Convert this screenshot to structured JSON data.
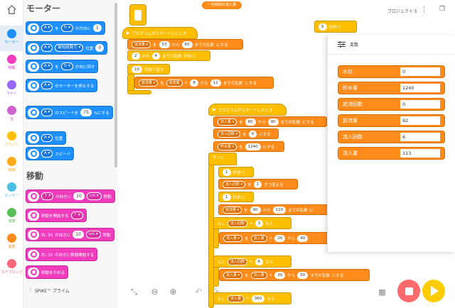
{
  "rail": {
    "categories": [
      {
        "label": "モーター",
        "color": "#1e90ff"
      },
      {
        "label": "移動",
        "color": "#f03cbd"
      },
      {
        "label": "ライト",
        "color": "#9966ff"
      },
      {
        "label": "音",
        "color": "#cf63cf"
      },
      {
        "label": "イベント",
        "color": "#ffbf00"
      },
      {
        "label": "制御",
        "color": "#ffab19"
      },
      {
        "label": "センサー",
        "color": "#4cbfe6"
      },
      {
        "label": "演算",
        "color": "#59c059"
      },
      {
        "label": "変数",
        "color": "#ff8c1a"
      },
      {
        "label": "マイブロック",
        "color": "#ff6680"
      }
    ]
  },
  "palette": {
    "heading_motor": "モーター",
    "heading_move": "移動",
    "motor_blocks": [
      {
        "parts": [
          "A ▾",
          "を",
          "↻ ▾",
          "の方向に",
          "1"
        ]
      },
      {
        "parts": [
          "A ▾",
          "最短経路で ▾",
          "位置",
          "0"
        ]
      },
      {
        "parts": [
          "A ▾",
          "を",
          "↻ ▾",
          "方向に回す"
        ]
      },
      {
        "parts": [
          "A ▾",
          "のモーターを停止する"
        ]
      },
      {
        "parts": [
          "A ▾",
          "のスピードを",
          "75",
          "%にする"
        ]
      },
      {
        "parts": [
          "A ▾",
          "位置"
        ]
      },
      {
        "parts": [
          "A ▾",
          "スピード"
        ]
      }
    ],
    "move_blocks": [
      {
        "parts": [
          "↑ ▾",
          "の向きに",
          "10",
          "cm ▾",
          "移動"
        ]
      },
      {
        "parts": [
          "移動を開始する",
          "↑ ▾"
        ]
      },
      {
        "parts": [
          "右: 30",
          "の向きに",
          "10",
          "cm ▾",
          "移動"
        ]
      },
      {
        "parts": [
          "右: 30",
          "の向きに移動開始する"
        ]
      },
      {
        "parts": [
          "移動をやめる"
        ]
      }
    ],
    "footer": "SPIKE™ プライム"
  },
  "workspace": {
    "top_pill": "一定時間の流入量",
    "project_name": "プロジェクト 5",
    "stack1": {
      "hat": "プログラムがスタートしたとき",
      "b1": [
        "放流量 ▾",
        "を",
        "53",
        "から",
        "60",
        "までの乱数",
        "にする"
      ],
      "b2": [
        "2",
        "から",
        "4",
        "までの乱数",
        "秒待つ"
      ],
      "b3": [
        "10",
        "回繰り返す"
      ],
      "b4": [
        "放流量 ▾",
        "を",
        "放流量",
        "+",
        "8",
        "から",
        "12",
        "までの乱数",
        "にする"
      ],
      "trigger": "停止"
    },
    "stack2": {
      "hat": "プログラムがスタートしたとき",
      "b1": [
        "流入量 ▾",
        "を",
        "80",
        "から",
        "90",
        "までの乱数",
        "にする"
      ],
      "b2": [
        "流入回数 ▾",
        "を",
        "0",
        "にする"
      ],
      "b3": [
        "貯水量 ▾",
        "を",
        "1240",
        "にする"
      ],
      "forever": "ずっと",
      "w1": [
        "1",
        "秒待つ"
      ],
      "c1": [
        "流入回数 ▾",
        "を",
        "1",
        "ずつ変える"
      ],
      "w2": [
        "1",
        "秒待つ"
      ],
      "s1": [
        "放流量 ▾",
        "を",
        "90",
        "から",
        "110",
        "までの乱数",
        "に"
      ],
      "if1": [
        "もし",
        "流入回数",
        ">",
        "3",
        "なら"
      ],
      "s2": [
        "流入量 ▾",
        "を",
        "流入量",
        "+",
        "20",
        "から",
        "40"
      ],
      "if2": [
        "もし",
        "流入回数",
        ">",
        "6",
        "なら"
      ],
      "s3": [
        "流入量 ▾",
        "を",
        "流入量",
        "+",
        "30",
        "から",
        "50",
        "までの乱数",
        "にする"
      ],
      "if3": [
        "もし",
        "流入量",
        ">",
        "360",
        "なら"
      ]
    },
    "stack3": [
      "5",
      "秒待つ"
    ]
  },
  "variables_panel": {
    "title": "変数",
    "rows": [
      {
        "name": "水位",
        "value": "0"
      },
      {
        "name": "貯水量",
        "value": "1240"
      },
      {
        "name": "放流回数",
        "value": "0"
      },
      {
        "name": "放流量",
        "value": "92"
      },
      {
        "name": "流入回数",
        "value": "6"
      },
      {
        "name": "流入量",
        "value": "113"
      }
    ]
  }
}
